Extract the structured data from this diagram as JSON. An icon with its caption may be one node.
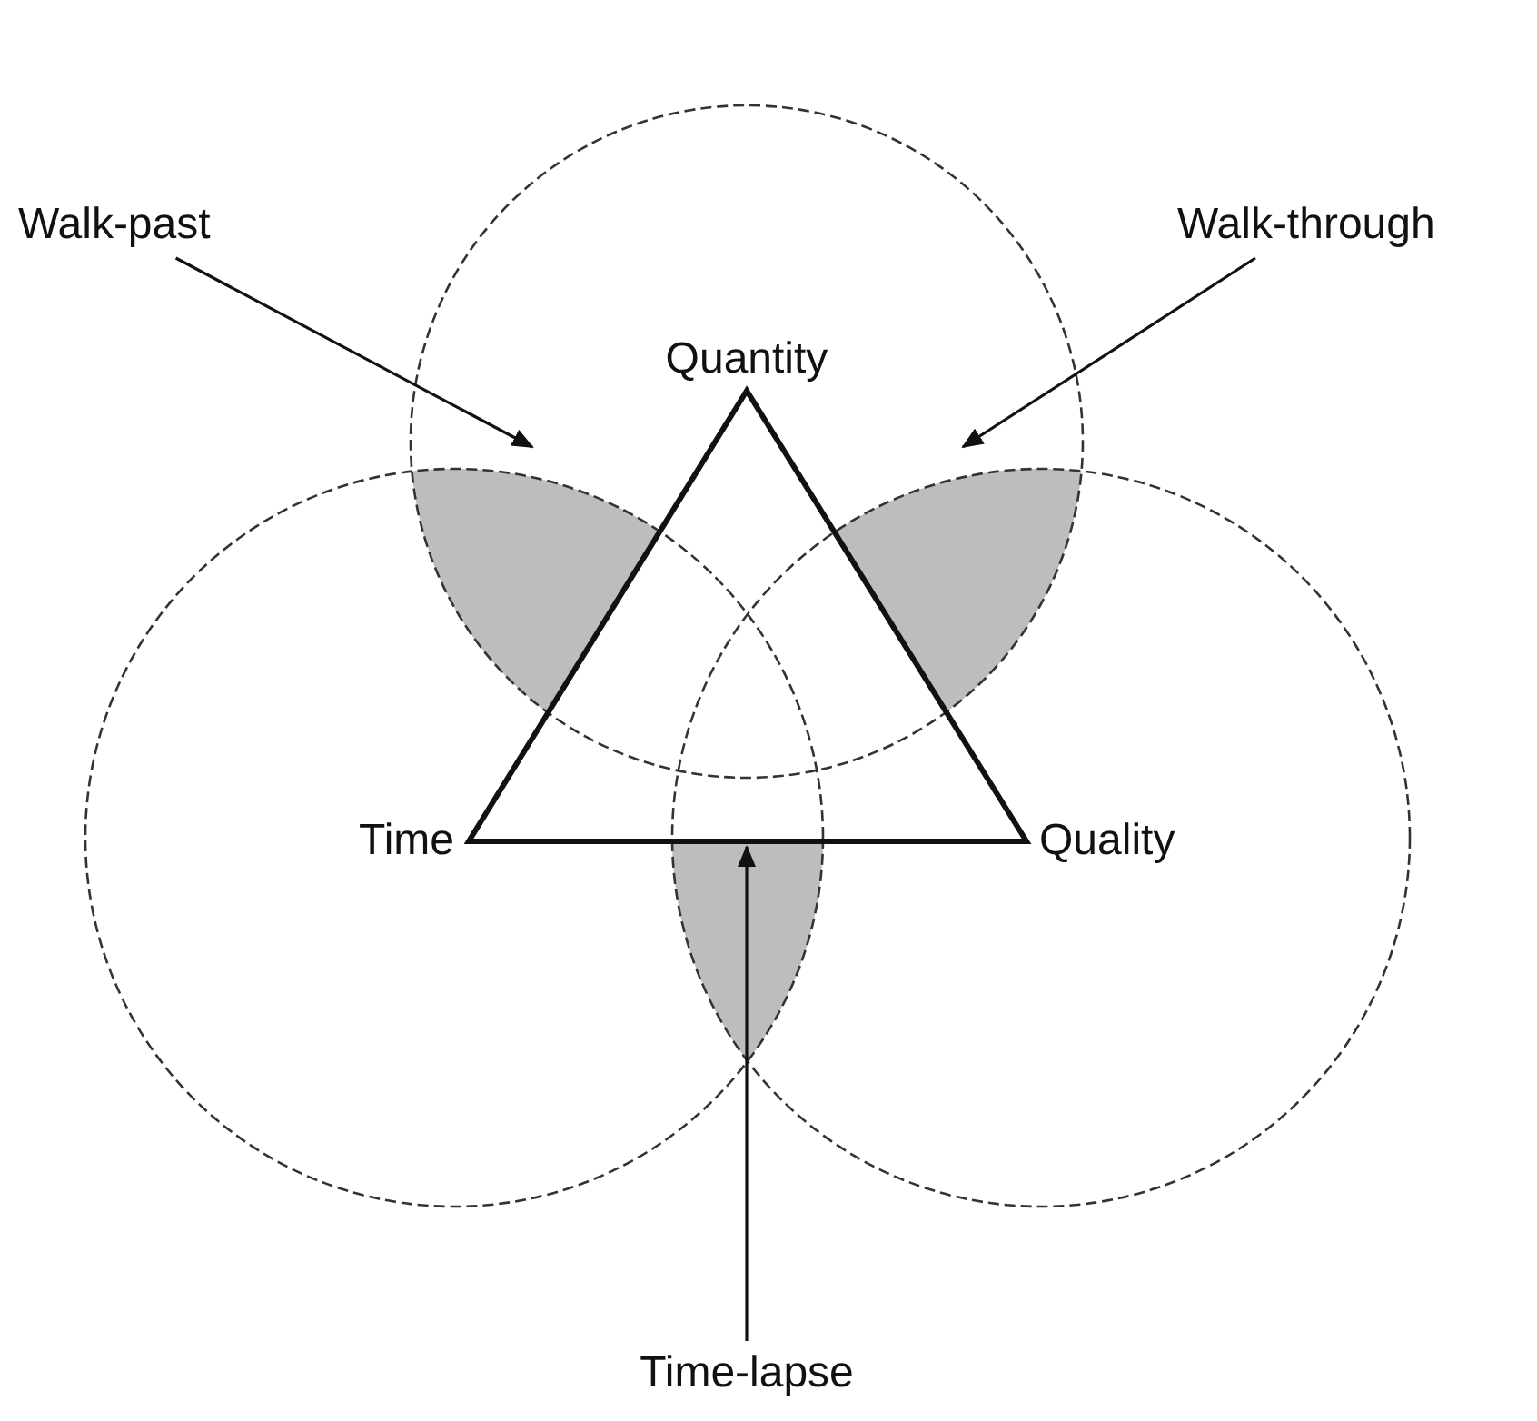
{
  "diagram": {
    "nodes": [
      {
        "text": [
          "Walk-past"
        ]
      },
      {
        "text": [
          "Walk-through"
        ]
      },
      {
        "text": [
          "Time-lapse"
        ]
      },
      {
        "text": [],
        "shape": "lens"
      },
      {
        "text": [],
        "shape": "lens"
      },
      {
        "text": [],
        "shape": "lens"
      }
    ],
    "edges": [
      {
        "from": 0,
        "to": 3,
        "arrow": "to"
      },
      {
        "from": 1,
        "to": 4,
        "arrow": "to"
      },
      {
        "from": 2,
        "to": 5,
        "arrow": "to"
      }
    ],
    "labels": [
      "Quantity",
      "Time",
      "Quality"
    ]
  }
}
